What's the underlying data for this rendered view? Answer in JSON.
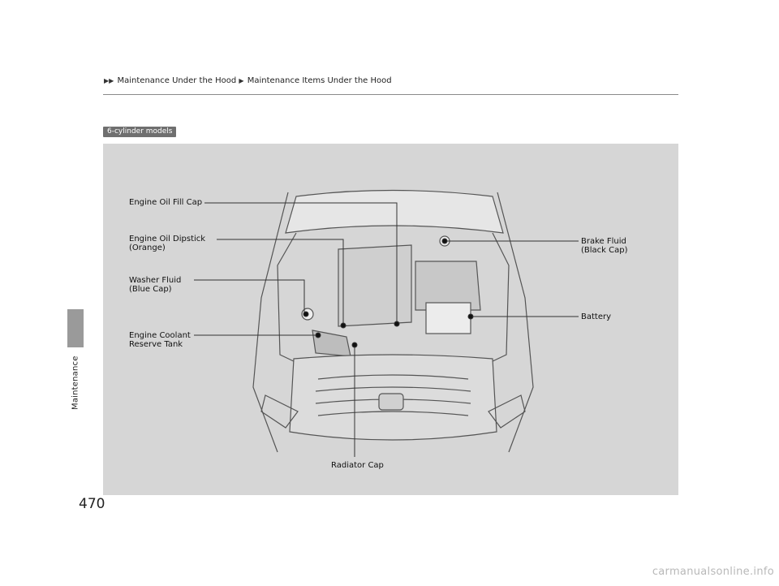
{
  "header": {
    "breadcrumb": [
      "Maintenance Under the Hood",
      "Maintenance Items Under the Hood"
    ]
  },
  "sidebar": {
    "section_label": "Maintenance"
  },
  "figure": {
    "badge": "6-cylinder models",
    "callouts": {
      "oil_fill": {
        "line1": "Engine Oil Fill Cap"
      },
      "dipstick": {
        "line1": "Engine Oil Dipstick",
        "line2": "(Orange)"
      },
      "washer": {
        "line1": "Washer Fluid",
        "line2": "(Blue Cap)"
      },
      "coolant": {
        "line1": "Engine Coolant",
        "line2": "Reserve Tank"
      },
      "brake": {
        "line1": "Brake Fluid",
        "line2": "(Black Cap)"
      },
      "battery": {
        "line1": "Battery"
      },
      "radiator": {
        "line1": "Radiator Cap"
      }
    }
  },
  "footer": {
    "page_number": "470",
    "watermark": "carmanualsonline.info"
  }
}
